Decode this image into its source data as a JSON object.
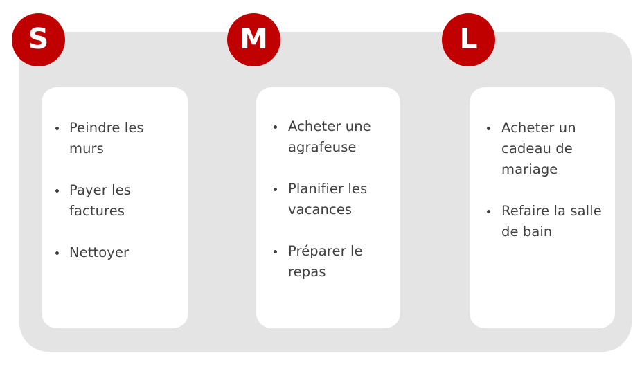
{
  "diagram": {
    "type": "task-size-categories",
    "colors": {
      "badge_red": "#C00000",
      "panel_grey": "#E4E4E4",
      "card_white": "#FFFFFF",
      "text_grey": "#404040"
    },
    "columns": [
      {
        "badge_label": "S",
        "badge_name": "size-small",
        "items": [
          "Peindre les murs",
          "Payer les factures",
          "Nettoyer"
        ]
      },
      {
        "badge_label": "M",
        "badge_name": "size-medium",
        "items": [
          "Acheter une agrafeuse",
          "Planifier les vacances",
          "Préparer le repas"
        ]
      },
      {
        "badge_label": "L",
        "badge_name": "size-large",
        "items": [
          "Acheter un cadeau de mariage",
          "Refaire la salle de bain"
        ]
      }
    ]
  }
}
